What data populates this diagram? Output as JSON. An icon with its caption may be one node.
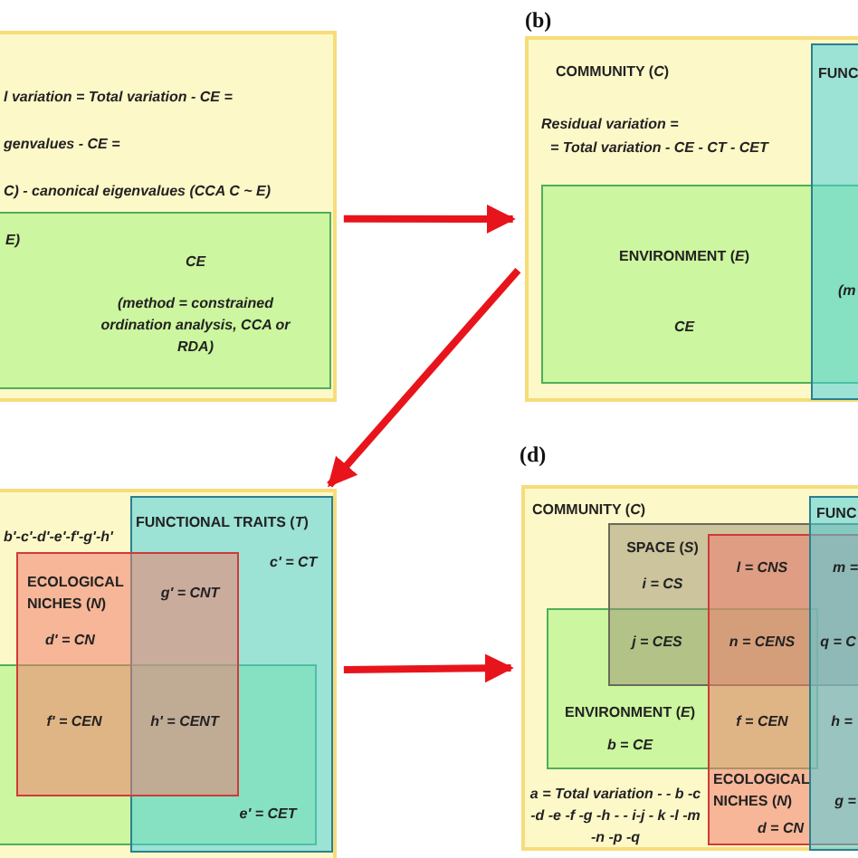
{
  "diagram": {
    "nodes": [
      {
        "text": [
          "l variation = Total variation - CE =",
          "genvalues - CE =",
          "C) - canonical eigenvalues (CCA C ~ E)"
        ]
      },
      {
        "text": [
          "E)",
          "CE",
          "(method = constrained ordination analysis, CCA or RDA)"
        ],
        "in": 0
      },
      {
        "text": [
          "COMMUNITY (*C*)",
          "Residual variation =",
          "= Total variation - CE - CT - CET"
        ],
        "beside": [
          "(b)"
        ]
      },
      {
        "text": [
          "ENVIRONMENT (*E*)",
          "CE"
        ],
        "in": 2
      },
      {
        "text": [
          "FUNC",
          "(m"
        ],
        "in": 2
      },
      {
        "text": [
          "b'-c'-d'-e'-f'-g'-h'"
        ]
      },
      {
        "text": [
          "FUNCTIONAL TRAITS (*T*)",
          "c' = CT"
        ],
        "in": 5
      },
      {
        "text": [
          "ECOLOGICAL NICHES (*N*)",
          "d' = CN"
        ],
        "in": 5
      },
      {
        "text": [],
        "shape": "box",
        "in": 5
      },
      {
        "text": [
          "COMMUNITY (*C*)",
          "a = Total variation - - b -c -d -e -f -g -h - - i-j - k -l -m -n -p -q"
        ],
        "beside": [
          "(d)"
        ]
      },
      {
        "text": [
          "FUNC"
        ],
        "in": 9
      },
      {
        "text": [
          "SPACE (*S*)",
          "i = CS"
        ],
        "in": 9
      },
      {
        "text": [
          "ECOLOGICAL NICHES (*N*)",
          "d = CN"
        ],
        "in": 9
      },
      {
        "text": [
          "ENVIRONMENT (*E*)",
          "b = CE"
        ],
        "in": 9
      }
    ],
    "edges": [
      {
        "from": 0,
        "to": 2,
        "arrow": "to"
      },
      {
        "from": 2,
        "to": 5,
        "arrow": "to"
      },
      {
        "from": 5,
        "to": 9,
        "arrow": "to"
      }
    ],
    "labels": [
      "e' = CET",
      "g' = CNT",
      "f' = CEN",
      "h' = CENT",
      "l = CNS",
      "m =",
      "j = CES",
      "n = CENS",
      "q = C",
      "f = CEN",
      "h =",
      "g ="
    ]
  }
}
